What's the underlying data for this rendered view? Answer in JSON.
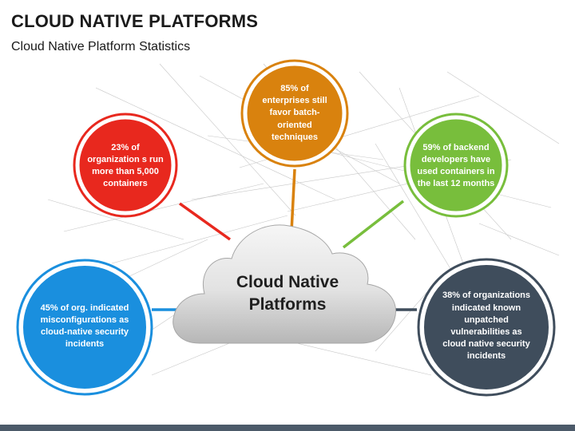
{
  "slide": {
    "title": "CLOUD NATIVE PLATFORMS",
    "subtitle": "Cloud Native Platform Statistics"
  },
  "center": {
    "label": "Cloud Native Platforms"
  },
  "colors": {
    "red": "#E8281E",
    "orange": "#D9820E",
    "green": "#78BE3C",
    "blue": "#1A8FDE",
    "navy": "#3F4D5C",
    "cloud_light": "#F4F4F4",
    "cloud_dark": "#B8B8B8"
  },
  "stats": [
    {
      "id": "containers",
      "color": "red",
      "text": "23% of organization s run more than 5,000 containers"
    },
    {
      "id": "batch",
      "color": "orange",
      "text": "85% of enterprises still favor batch-oriented techniques"
    },
    {
      "id": "backend",
      "color": "green",
      "text": "59% of backend developers have used containers in the last 12 months"
    },
    {
      "id": "misconfig",
      "color": "blue",
      "text": "45% of org. indicated misconfigurations as cloud-native security incidents"
    },
    {
      "id": "vulnerabilities",
      "color": "navy",
      "text": "38% of organizations indicated known unpatched vulnerabilities as cloud native security incidents"
    }
  ]
}
